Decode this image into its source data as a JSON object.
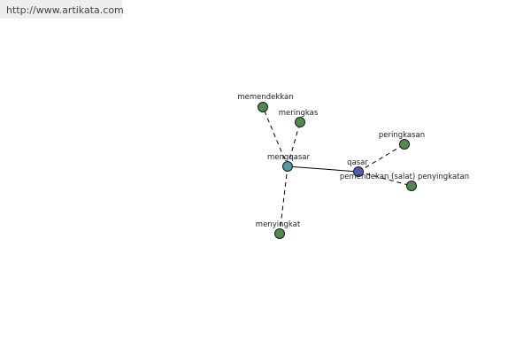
{
  "watermark": {
    "url": "http://www.artikata.com"
  },
  "graph": {
    "nodes": [
      {
        "id": "qasar",
        "label": "qasar",
        "role": "root",
        "color": "#5059b4"
      },
      {
        "id": "mengqasar",
        "label": "mengqasar",
        "role": "synonym-hub",
        "color": "#4f9aa0"
      },
      {
        "id": "memendekkan",
        "label": "memendekkan",
        "role": "leaf",
        "color": "#4f8a4f"
      },
      {
        "id": "meringkas",
        "label": "meringkas",
        "role": "leaf",
        "color": "#4f8a4f"
      },
      {
        "id": "menyingkat",
        "label": "menyingkat",
        "role": "leaf",
        "color": "#4f8a4f"
      },
      {
        "id": "peringkasan",
        "label": "peringkasan",
        "role": "leaf",
        "color": "#4f8a4f"
      },
      {
        "id": "pemendekan",
        "label": "pemendekan (salat) penyingkatan",
        "role": "leaf",
        "color": "#4f8a4f"
      }
    ],
    "edges": [
      {
        "from": "qasar",
        "to": "mengqasar",
        "style": "solid"
      },
      {
        "from": "mengqasar",
        "to": "memendekkan",
        "style": "dashed"
      },
      {
        "from": "mengqasar",
        "to": "meringkas",
        "style": "dashed"
      },
      {
        "from": "mengqasar",
        "to": "menyingkat",
        "style": "dashed"
      },
      {
        "from": "qasar",
        "to": "peringkasan",
        "style": "dashed"
      },
      {
        "from": "qasar",
        "to": "pemendekan",
        "style": "dashed"
      }
    ]
  }
}
